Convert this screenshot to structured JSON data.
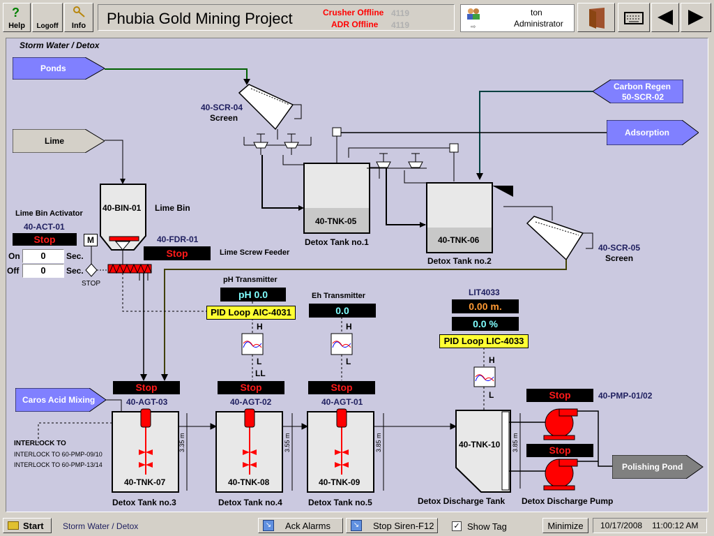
{
  "toolbar": {
    "help": "Help",
    "logoff": "Logoff",
    "info": "Info",
    "title": "Phubia Gold Mining Project",
    "status1": "Crusher Offline",
    "status2": "ADR Offline",
    "ghost1": "4119",
    "ghost2": "4119",
    "user": "ton",
    "role": "Administrator"
  },
  "page": {
    "title": "Storm Water / Detox"
  },
  "inputs": {
    "ponds": "Ponds",
    "lime": "Lime",
    "carbon_regen_1": "Carbon Regen",
    "carbon_regen_2": "50-SCR-02",
    "adsorption": "Adsorption",
    "caros": "Caros Acid Mixing",
    "polishing": "Polishing Pond"
  },
  "screen04": {
    "tag": "40-SCR-04",
    "label": "Screen"
  },
  "screen05": {
    "tag": "40-SCR-05",
    "label": "Screen"
  },
  "tnk05": {
    "tag": "40-TNK-05",
    "label": "Detox Tank no.1"
  },
  "tnk06": {
    "tag": "40-TNK-06",
    "label": "Detox Tank no.2"
  },
  "bin": {
    "tag": "40-BIN-01",
    "label": "Lime Bin"
  },
  "activator": {
    "title": "Lime Bin Activator",
    "tag": "40-ACT-01",
    "status": "Stop",
    "mode": "M",
    "on_label": "On",
    "off_label": "Off",
    "on_value": "0",
    "off_value": "0",
    "sec": "Sec.",
    "stop_label": "STOP"
  },
  "feeder": {
    "tag": "40-FDR-01",
    "status": "Stop",
    "label": "Lime Screw Feeder"
  },
  "ph": {
    "title": "pH Transmitter",
    "value": "pH 0.0",
    "pid": "PID Loop AIC-4031",
    "h": "H",
    "l": "L",
    "ll": "LL"
  },
  "eh": {
    "title": "Eh Transmitter",
    "value": "0.0",
    "h": "H",
    "l": "L"
  },
  "lit": {
    "title": "LIT4033",
    "level": "0.00 m.",
    "percent": "0.0 %",
    "pid": "PID Loop LIC-4033",
    "h": "H",
    "l": "L"
  },
  "agt03": {
    "status": "Stop",
    "tag": "40-AGT-03"
  },
  "agt02": {
    "status": "Stop",
    "tag": "40-AGT-02"
  },
  "agt01": {
    "status": "Stop",
    "tag": "40-AGT-01"
  },
  "tnk07": {
    "tag": "40-TNK-07",
    "label": "Detox Tank no.3",
    "height": "3.35 m"
  },
  "tnk08": {
    "tag": "40-TNK-08",
    "label": "Detox Tank no.4",
    "height": "3.55 m"
  },
  "tnk09": {
    "tag": "40-TNK-09",
    "label": "Detox Tank no.5",
    "height": "3.85 m"
  },
  "tnk10": {
    "tag": "40-TNK-10",
    "label": "Detox Discharge Tank",
    "height": "3.85 m"
  },
  "pump": {
    "tag": "40-PMP-01/02",
    "status1": "Stop",
    "status2": "Stop",
    "label": "Detox Discharge Pump"
  },
  "interlock": {
    "title": "INTERLOCK TO",
    "line1": "INTERLOCK TO 60-PMP-09/10",
    "line2": "INTERLOCK TO 60-PMP-13/14"
  },
  "statusbar": {
    "start": "Start",
    "screen": "Storm Water / Detox",
    "ack": "Ack Alarms",
    "siren": "Stop Siren-F12",
    "showtag": "Show Tag",
    "minimize": "Minimize",
    "date": "10/17/2008",
    "time": "11:00:12 AM"
  },
  "colors": {
    "panel": "#cbc9e0",
    "stop_text": "#ff1a1a",
    "pid": "#ffff33",
    "arrow": "#8080ff",
    "status_red": "#ff0000",
    "pump": "#ff0000"
  }
}
